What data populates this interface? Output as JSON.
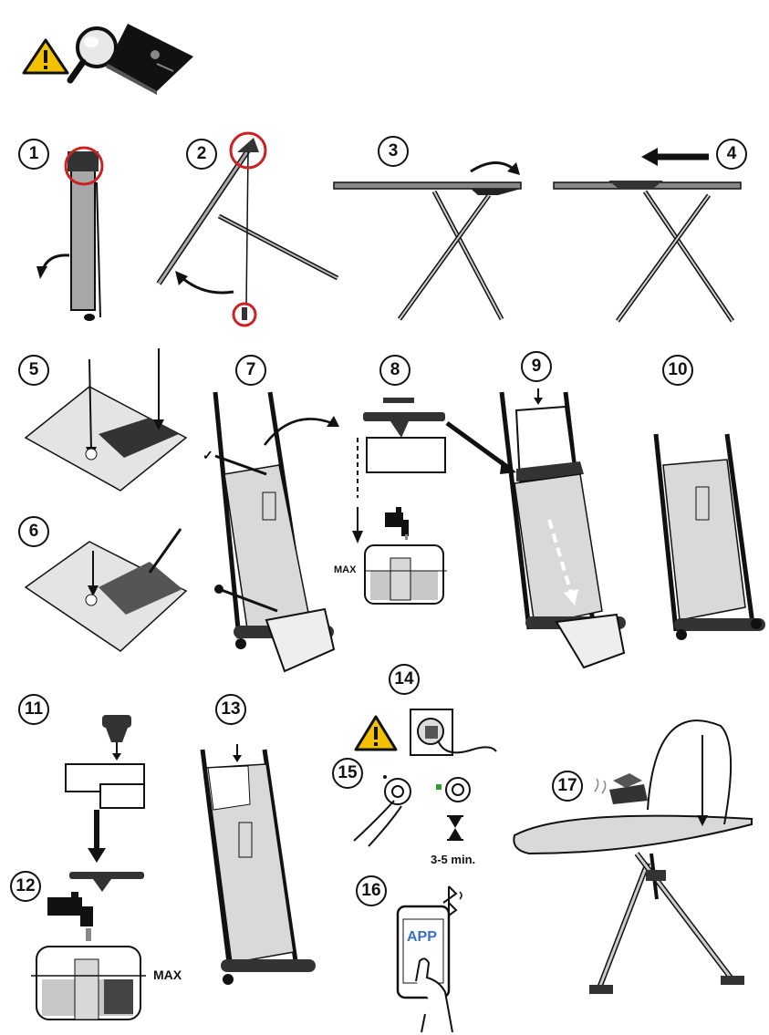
{
  "header": {
    "icons": [
      "warning-icon",
      "magnifier-icon",
      "manual-book-icon"
    ]
  },
  "steps": [
    {
      "number": "1"
    },
    {
      "number": "2"
    },
    {
      "number": "3"
    },
    {
      "number": "4"
    },
    {
      "number": "5"
    },
    {
      "number": "6"
    },
    {
      "number": "7"
    },
    {
      "number": "8"
    },
    {
      "number": "9"
    },
    {
      "number": "10"
    },
    {
      "number": "11"
    },
    {
      "number": "12"
    },
    {
      "number": "13"
    },
    {
      "number": "14"
    },
    {
      "number": "15"
    },
    {
      "number": "16"
    },
    {
      "number": "17"
    }
  ],
  "labels": {
    "max_step8": "MAX",
    "max_step12": "MAX",
    "heat_time": "3-5 min.",
    "app_text": "APP"
  },
  "colors": {
    "ink": "#111111",
    "board_fill": "#d9d9d9",
    "warning_yellow": "#f2c200",
    "highlight_red": "#cc2222",
    "led_green": "#2e9e2e",
    "app_blue": "#3a6fc4"
  }
}
